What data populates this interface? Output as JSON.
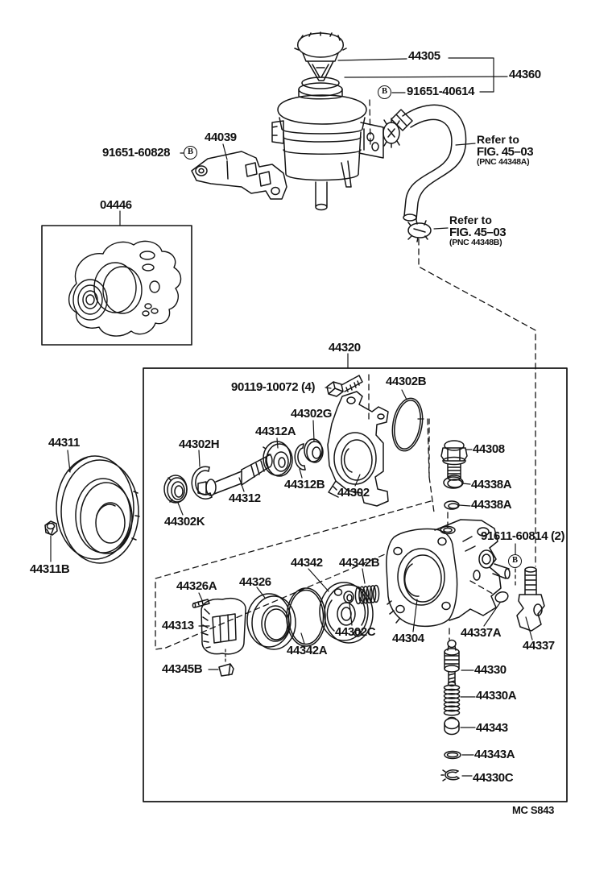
{
  "figure": {
    "footer_code": "MC S843",
    "fastener_symbol": "B",
    "line_color": "#141414"
  },
  "labels": {
    "p44305": "44305",
    "p44360": "44360",
    "p91651_40614": "91651-40614",
    "p91651_60828": "91651-60828",
    "p44039": "44039",
    "p04446": "04446",
    "p44320": "44320",
    "p90119_10072": "90119-10072 (4)",
    "p44302B": "44302B",
    "p44302G": "44302G",
    "p44312A": "44312A",
    "p44302H": "44302H",
    "p44311": "44311",
    "p44311B": "44311B",
    "p44302K": "44302K",
    "p44312": "44312",
    "p44312B": "44312B",
    "p44302": "44302",
    "p44308": "44308",
    "p44338A_1": "44338A",
    "p44338A_2": "44338A",
    "p91611_60814": "91611-60814 (2)",
    "p44326A": "44326A",
    "p44326": "44326",
    "p44342": "44342",
    "p44342B": "44342B",
    "p44313": "44313",
    "p44342A": "44342A",
    "p44302C": "44302C",
    "p44345B": "44345B",
    "p44304": "44304",
    "p44337A": "44337A",
    "p44337": "44337",
    "p44330": "44330",
    "p44330A": "44330A",
    "p44343": "44343",
    "p44343A": "44343A",
    "p44330C": "44330C"
  },
  "refer_a": {
    "line1": "Refer to",
    "line2": "FIG. 45–03",
    "line3": "(PNC 44348A)"
  },
  "refer_b": {
    "line1": "Refer to",
    "line2": "FIG. 45–03",
    "line3": "(PNC 44348B)"
  }
}
